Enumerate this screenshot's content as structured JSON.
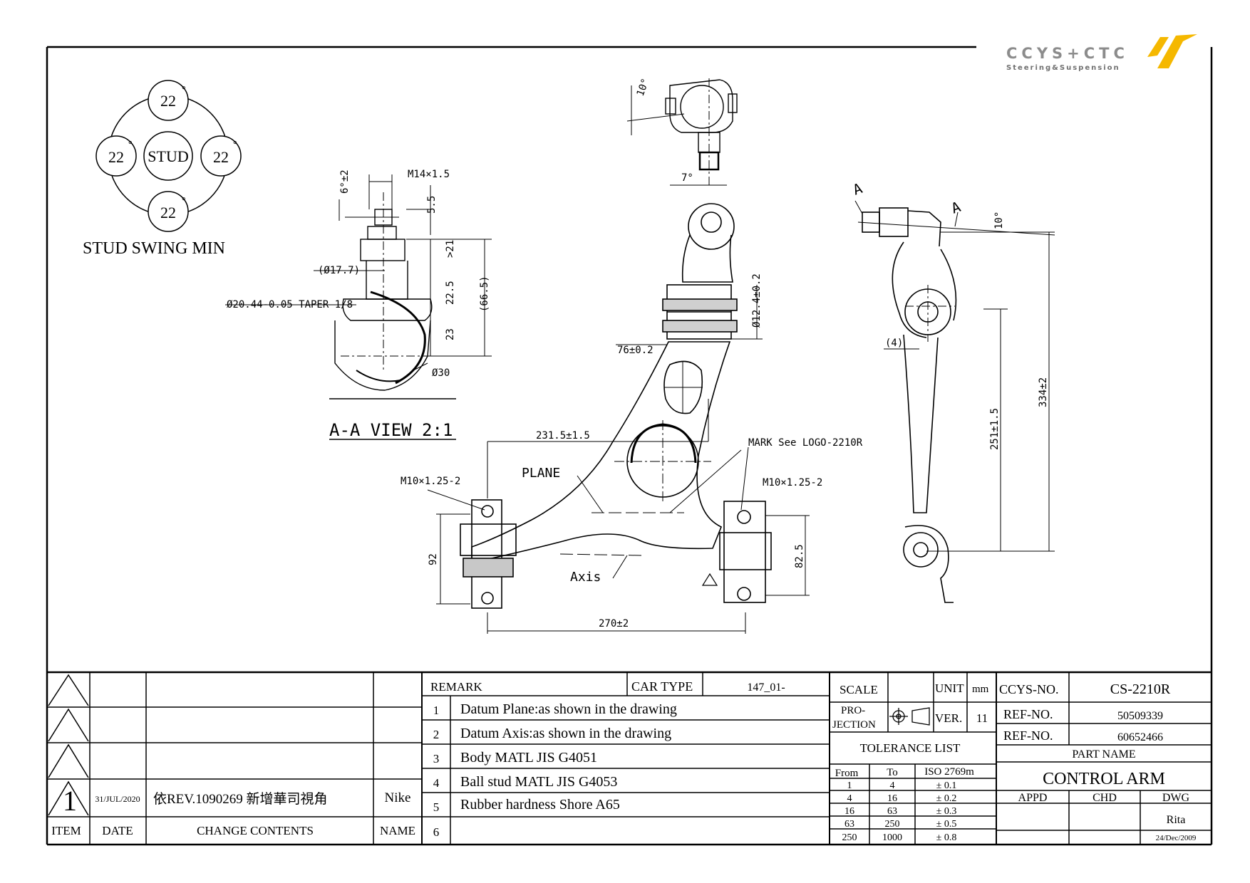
{
  "logo": {
    "text": "CCYS+CTC",
    "tagline": "Steering&Suspension",
    "accent": "#f5b800"
  },
  "stud_swing": {
    "center": "STUD",
    "values": [
      "22",
      "22",
      "22",
      "22"
    ],
    "degree": "°",
    "caption": "STUD SWING MIN"
  },
  "aa_view": {
    "title": "A-A VIEW 2:1",
    "thread": "M14×1.5",
    "d1": "5.5",
    "d2": ">21",
    "d3": "22.5",
    "d4": "23",
    "d5": "(66.5)",
    "dia1": "(Ø17.7)",
    "taper": "Ø20.44-0.05 TAPER 1/8",
    "dia2": "Ø30",
    "angle": "6°±2"
  },
  "top_view": {
    "angle1": "10°",
    "angle2": "7°"
  },
  "main_view": {
    "d1": "Ø12.4±0.2",
    "d2": "76±0.2",
    "d3": "231.5±1.5",
    "d4": "270±2",
    "d5": "92",
    "d6": "82.5",
    "mark": "MARK See LOGO-2210R",
    "plane": "PLANE",
    "axis": "Axis",
    "bolt_left": "M10×1.25-2",
    "bolt_right": "M10×1.25-2"
  },
  "side_view": {
    "label_a1": "A",
    "label_a2": "A",
    "angle": "10°",
    "d1": "(4)",
    "d2": "251±1.5",
    "d3": "334±2"
  },
  "revision_block": {
    "rows": [
      {
        "item": "",
        "date": "",
        "content": "",
        "name": ""
      },
      {
        "item": "",
        "date": "",
        "content": "",
        "name": ""
      },
      {
        "item": "",
        "date": "",
        "content": "",
        "name": ""
      },
      {
        "item": "1",
        "date": "31/JUL/2020",
        "content": "依REV.1090269 新增華司視角",
        "name": "Nike"
      }
    ],
    "headers": {
      "item": "ITEM",
      "date": "DATE",
      "content": "CHANGE CONTENTS",
      "name": "NAME"
    }
  },
  "remark_block": {
    "remark_label": "REMARK",
    "car_type_label": "CAR TYPE",
    "car_type": "147_01-",
    "items": [
      {
        "no": "1",
        "text": "Datum Plane:as shown in the drawing"
      },
      {
        "no": "2",
        "text": "Datum Axis:as shown in the drawing"
      },
      {
        "no": "3",
        "text": "Body MATL JIS G4051"
      },
      {
        "no": "4",
        "text": "Ball stud MATL JIS G4053"
      },
      {
        "no": "5",
        "text": "Rubber hardness Shore A65"
      },
      {
        "no": "6",
        "text": ""
      }
    ]
  },
  "scale_block": {
    "scale_label": "SCALE",
    "unit_label": "UNIT",
    "unit": "mm",
    "projection_label": "PRO-JECTION",
    "ver_label": "VER.",
    "ver": "11",
    "tolerance_title": "TOLERANCE LIST",
    "tol_headers": [
      "From",
      "To",
      "ISO 2769m"
    ],
    "tolerances": [
      {
        "from": "1",
        "to": "4",
        "tol": "± 0.1"
      },
      {
        "from": "4",
        "to": "16",
        "tol": "± 0.2"
      },
      {
        "from": "16",
        "to": "63",
        "tol": "± 0.3"
      },
      {
        "from": "63",
        "to": "250",
        "tol": "± 0.5"
      },
      {
        "from": "250",
        "to": "1000",
        "tol": "± 0.8"
      }
    ]
  },
  "title_block": {
    "ccys_label": "CCYS-NO.",
    "ccys_no": "CS-2210R",
    "ref1_label": "REF-NO.",
    "ref1": "50509339",
    "ref2_label": "REF-NO.",
    "ref2": "60652466",
    "part_name_label": "PART NAME",
    "part_name": "CONTROL ARM",
    "appd": "APPD",
    "chd": "CHD",
    "dwg": "DWG",
    "drawer": "Rita",
    "date": "24/Dec/2009"
  }
}
